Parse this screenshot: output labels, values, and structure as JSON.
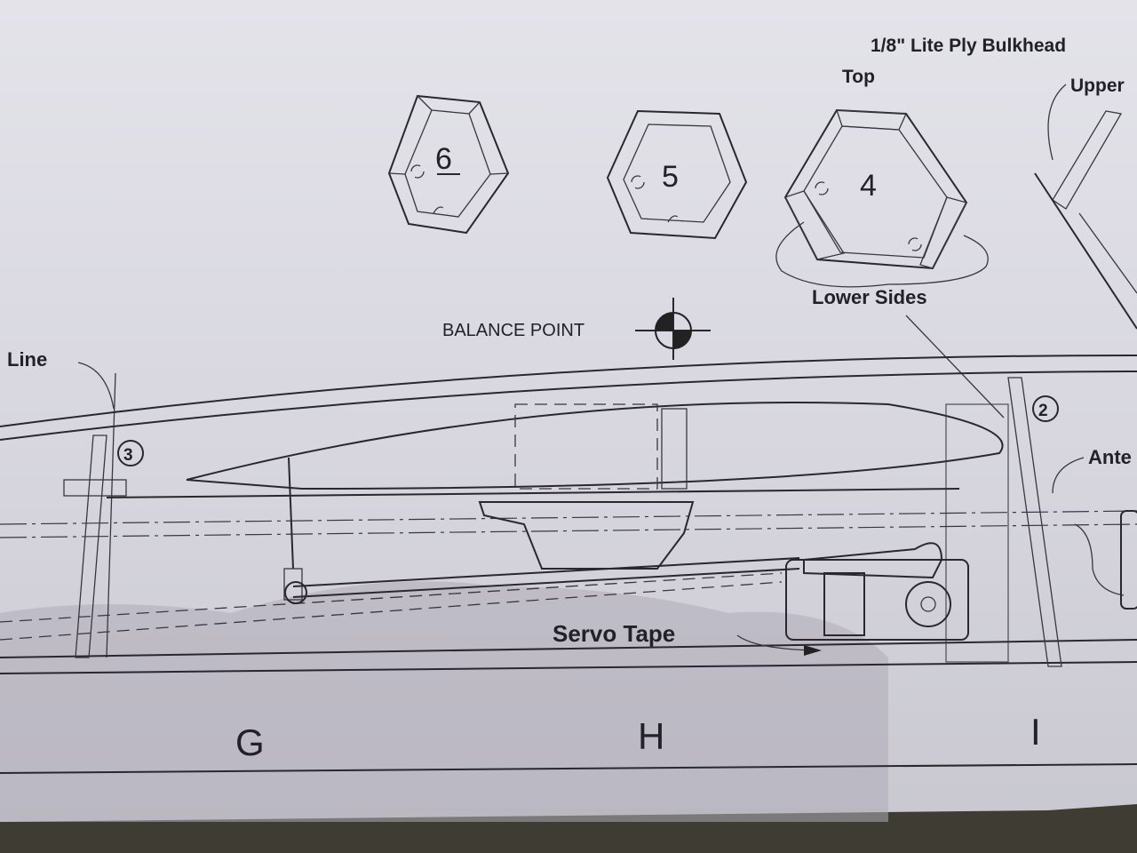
{
  "header_note": "1/8\" Lite Ply Bulkhead",
  "bulkheads": [
    {
      "number": "6"
    },
    {
      "number": "5"
    },
    {
      "number": "4"
    }
  ],
  "labels": {
    "top": "Top",
    "upper": "Upper",
    "lower_sides": "Lower Sides",
    "balance_point": "BALANCE POINT",
    "line": "Line",
    "station_3": "3",
    "station_2": "2",
    "antenna": "Ante",
    "servo_tape": "Servo Tape"
  },
  "grid_letters": [
    "G",
    "H",
    "I"
  ],
  "colors": {
    "paper": "#dcdbe3",
    "ink": "#2a2730",
    "shadow": "#a8a6b0"
  }
}
